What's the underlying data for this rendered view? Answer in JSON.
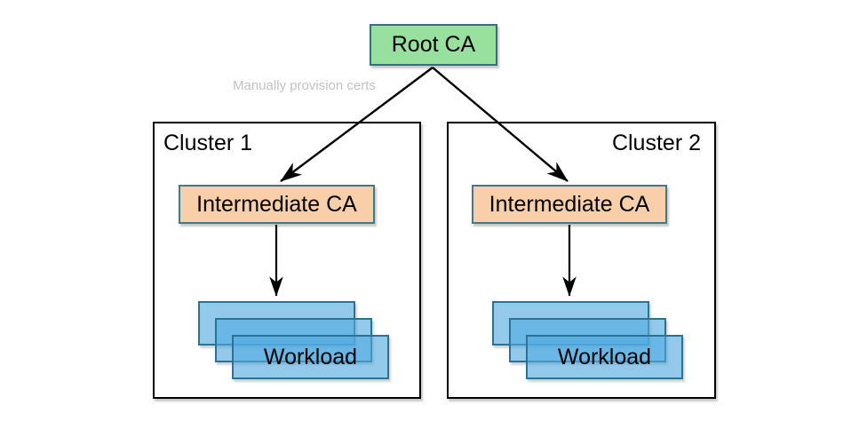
{
  "diagram": {
    "root_ca": {
      "label": "Root CA"
    },
    "annotation": {
      "text": "Manually provision certs"
    },
    "clusters": [
      {
        "label": "Cluster 1",
        "intermediate_ca_label": "Intermediate CA",
        "workload_label": "Workload",
        "workload_stack_count": 3
      },
      {
        "label": "Cluster 2",
        "intermediate_ca_label": "Intermediate CA",
        "workload_label": "Workload",
        "workload_stack_count": 3
      }
    ],
    "edges": [
      {
        "from": "Root CA",
        "to": "Cluster 1 / Intermediate CA",
        "label": "Manually provision certs"
      },
      {
        "from": "Root CA",
        "to": "Cluster 2 / Intermediate CA",
        "label": ""
      },
      {
        "from": "Cluster 1 / Intermediate CA",
        "to": "Cluster 1 / Workload",
        "label": ""
      },
      {
        "from": "Cluster 2 / Intermediate CA",
        "to": "Cluster 2 / Workload",
        "label": ""
      }
    ],
    "colors": {
      "background": "#ffffff",
      "root_ca_fill": "#98e09e",
      "root_ca_border": "#34707e",
      "intermediate_ca_fill": "#f9cfa9",
      "intermediate_ca_border": "#3f7a8a",
      "workload_fill": "#8fceef",
      "workload_overlap_fill": "#65b4e4",
      "workload_border": "#2b7394",
      "cluster_border": "#000000",
      "arrow": "#000000",
      "annotation_text": "#c2c2c2"
    }
  }
}
